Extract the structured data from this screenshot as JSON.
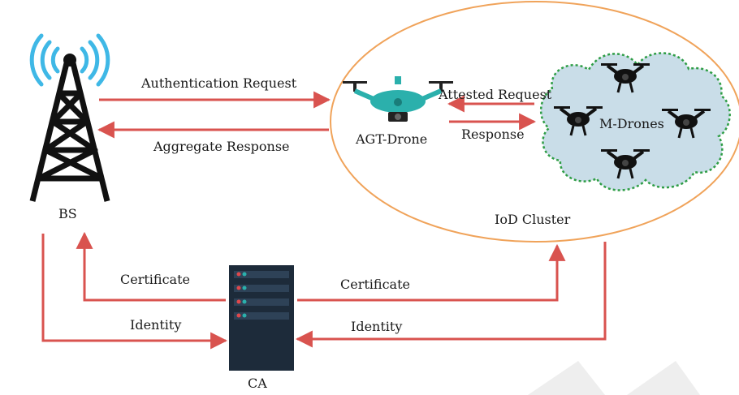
{
  "nodes": {
    "bs": "BS",
    "agt_drone": "AGT-Drone",
    "m_drones": "M-Drones",
    "iod_cluster": "IoD Cluster",
    "ca": "CA"
  },
  "edges": {
    "authentication_request": "Authentication Request",
    "aggregate_response": "Aggregate Response",
    "attested_request": "Attested Request",
    "response": "Response",
    "certificate_left": "Certificate",
    "identity_left": "Identity",
    "certificate_right": "Certificate",
    "identity_right": "Identity"
  },
  "colors": {
    "arrow": "#d9534f",
    "ellipse": "#f0a35a",
    "drone_body": "#2bb0ac",
    "cloud_fill": "#c9dde8",
    "cloud_border": "#2e9d45",
    "tower": "#111111",
    "signal": "#3fb8e6",
    "server": "#1d2b3a"
  },
  "icons": [
    "tower-antenna-icon",
    "signal-waves-icon",
    "drone-icon",
    "cloud-icon",
    "server-icon"
  ]
}
